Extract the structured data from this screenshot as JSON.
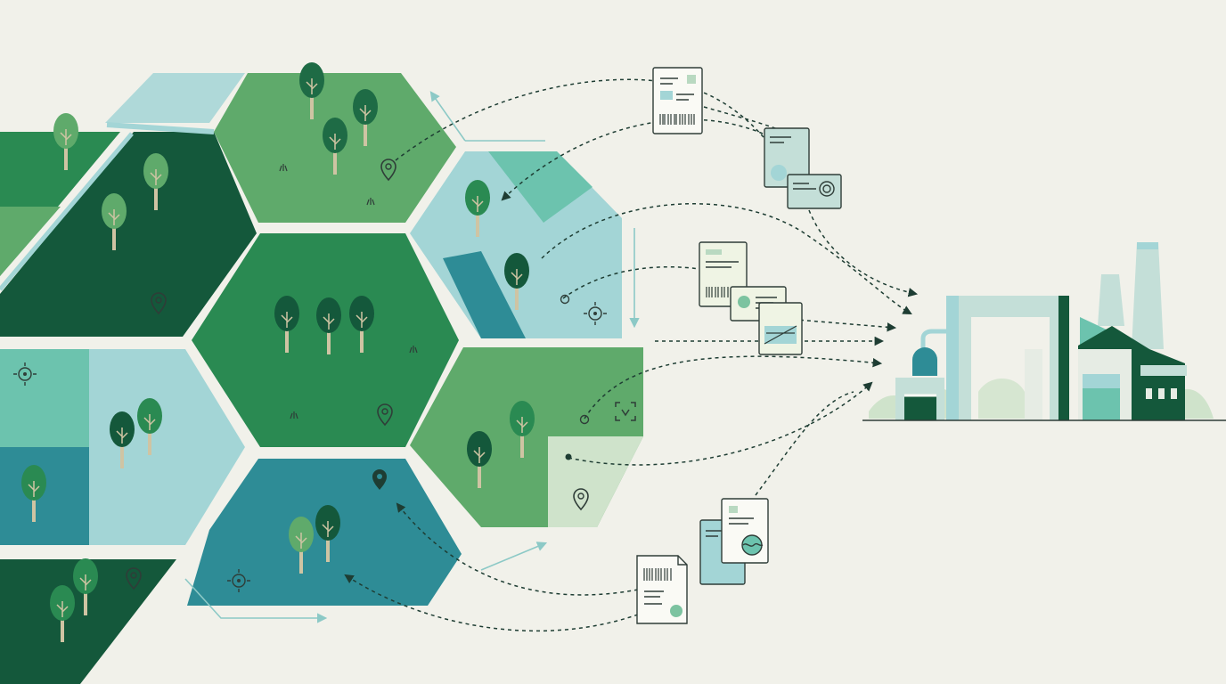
{
  "palette": {
    "background": "#f1f1ea",
    "forest_dark": "#14583b",
    "forest_mid": "#2a8a52",
    "forest_light": "#5faa6b",
    "pale_green": "#cfe3cb",
    "teal": "#2e8c96",
    "teal_light": "#a3d5d6",
    "aqua": "#6cc3ae",
    "tree_trunk": "#cfc4a3",
    "document_fill": "#fafaf5",
    "document_outline": "#2f3d38",
    "factory_light": "#c4dfd8",
    "factory_dark": "#14583b"
  },
  "icons": {
    "location": "location-pin-icon",
    "target": "target-crosshair-icon",
    "scan": "scan-frame-icon",
    "barcode": "barcode-icon",
    "stamp": "stamp-seal-icon",
    "tree": "tree-icon",
    "factory": "factory-icon"
  },
  "diagram": {
    "plots": [
      {
        "id": "a",
        "fill": "forest_mid"
      },
      {
        "id": "b",
        "fill": "forest_dark"
      },
      {
        "id": "c",
        "fill": "forest_light"
      },
      {
        "id": "d",
        "fill": "forest_mid"
      },
      {
        "id": "e",
        "fill": "teal_light"
      },
      {
        "id": "f",
        "fill": "forest_light"
      },
      {
        "id": "g",
        "fill": "teal"
      },
      {
        "id": "h",
        "fill": "teal_light"
      },
      {
        "id": "i",
        "fill": "forest_dark"
      }
    ],
    "documents": [
      {
        "id": "doc-1",
        "kind": "barcode"
      },
      {
        "id": "doc-2",
        "kind": "certificate"
      },
      {
        "id": "doc-3",
        "kind": "card"
      },
      {
        "id": "doc-4",
        "kind": "barcode"
      },
      {
        "id": "doc-5",
        "kind": "card"
      },
      {
        "id": "doc-6",
        "kind": "chart"
      },
      {
        "id": "doc-7",
        "kind": "stamp"
      },
      {
        "id": "doc-8",
        "kind": "barcode"
      }
    ],
    "flows": {
      "inbound_to_factory": 7,
      "return_to_plots": 5
    }
  }
}
